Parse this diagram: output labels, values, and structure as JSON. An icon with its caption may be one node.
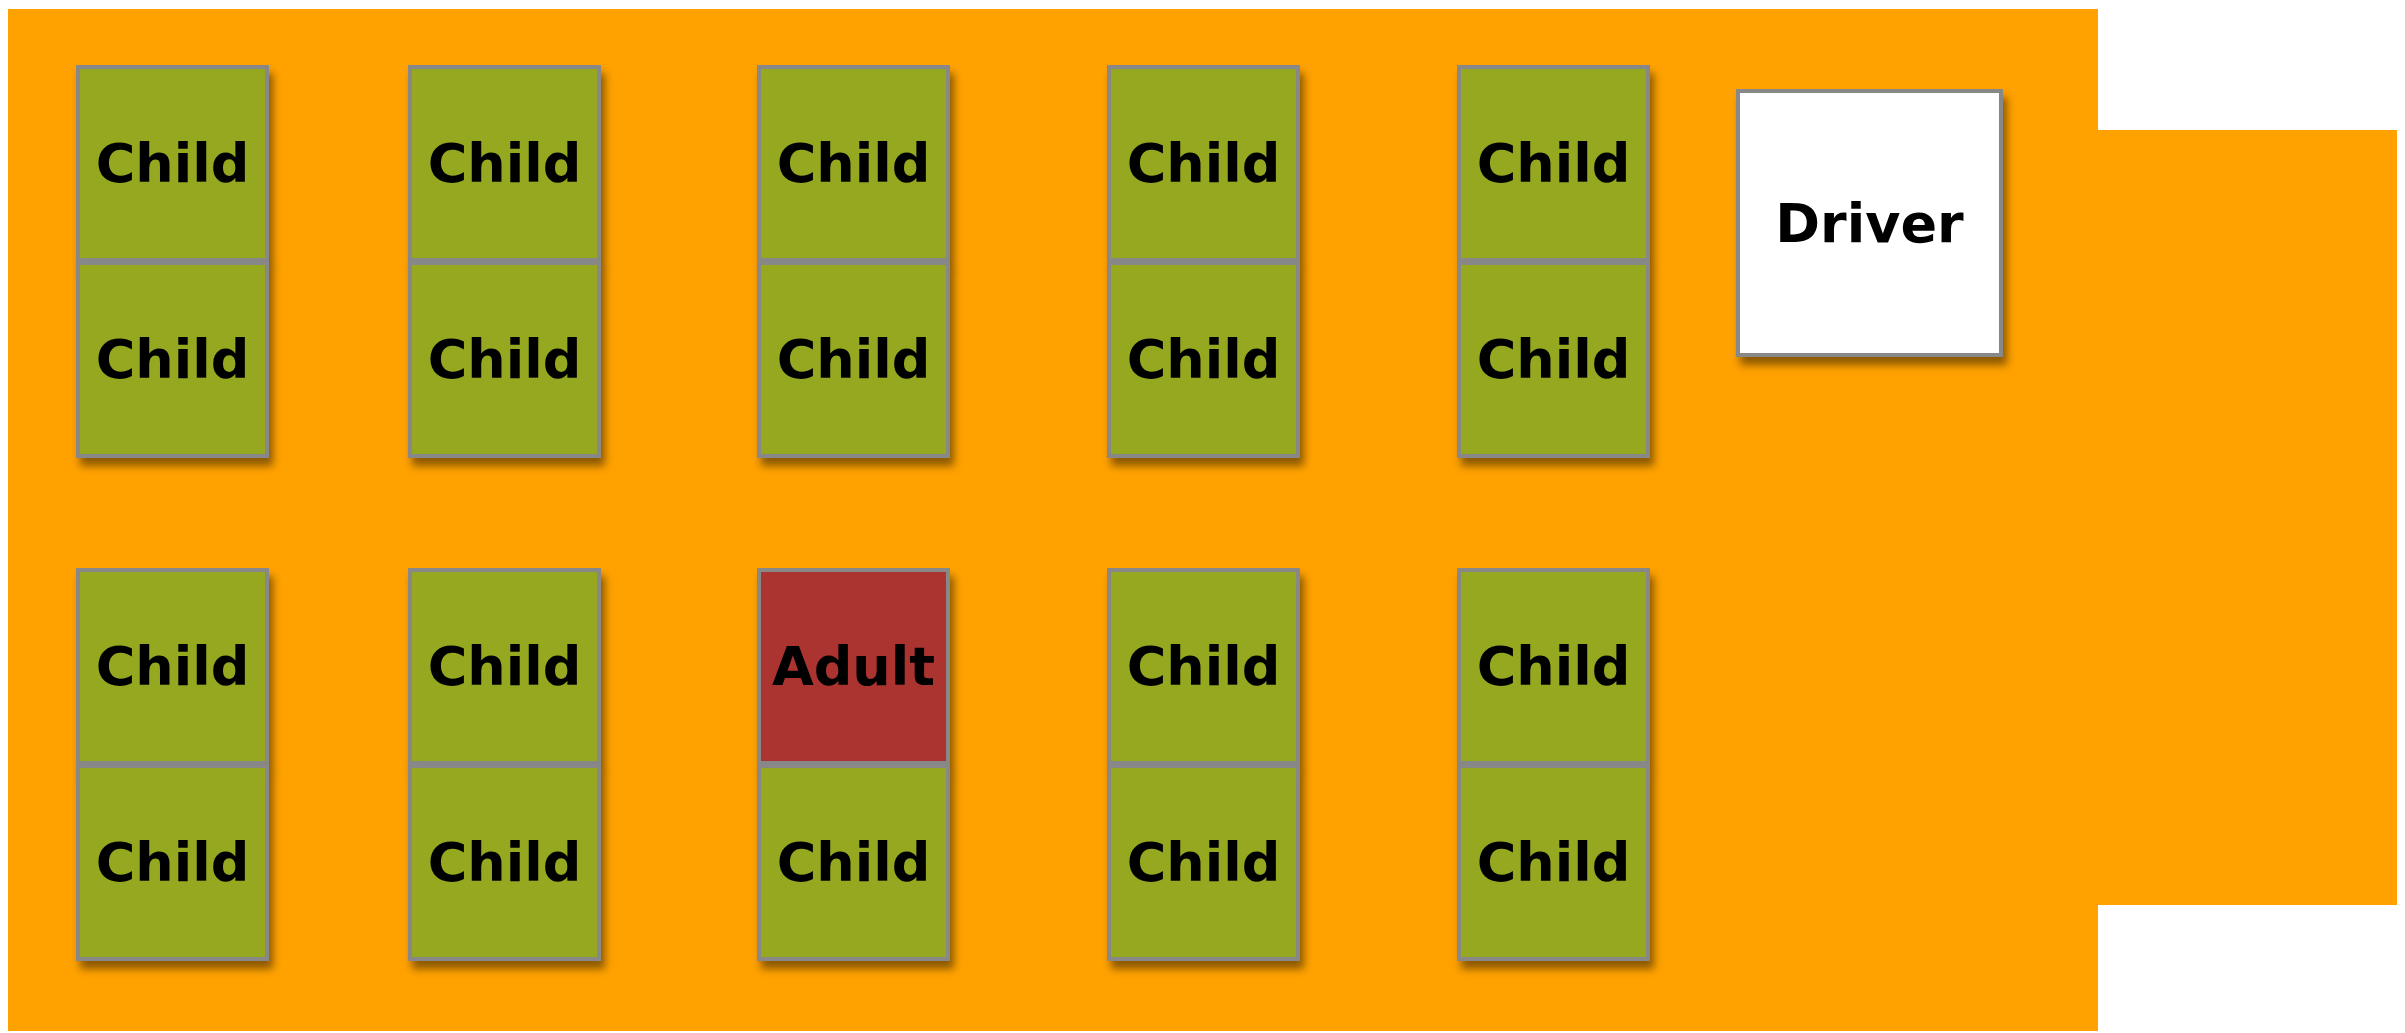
{
  "diagram": {
    "nodes": [
      {
        "text": [],
        "shape": "bus"
      },
      {
        "text": [
          "Child"
        ],
        "in": 0
      },
      {
        "text": [
          "Child"
        ],
        "in": 0
      },
      {
        "text": [
          "Child"
        ],
        "in": 0
      },
      {
        "text": [
          "Child"
        ],
        "in": 0
      },
      {
        "text": [
          "Child"
        ],
        "in": 0
      },
      {
        "text": [
          "Driver"
        ],
        "in": 0
      },
      {
        "text": [
          "Child"
        ],
        "in": 0
      },
      {
        "text": [
          "Child"
        ],
        "in": 0
      },
      {
        "text": [
          "Child"
        ],
        "in": 0
      },
      {
        "text": [
          "Child"
        ],
        "in": 0
      },
      {
        "text": [
          "Child"
        ],
        "in": 0
      },
      {
        "text": [
          "Child"
        ],
        "in": 0
      },
      {
        "text": [
          "Child"
        ],
        "in": 0
      },
      {
        "text": [
          "Adult"
        ],
        "in": 0
      },
      {
        "text": [
          "Child"
        ],
        "in": 0
      },
      {
        "text": [
          "Child"
        ],
        "in": 0
      },
      {
        "text": [
          "Child"
        ],
        "in": 0
      },
      {
        "text": [
          "Child"
        ],
        "in": 0
      },
      {
        "text": [
          "Child"
        ],
        "in": 0
      },
      {
        "text": [
          "Child"
        ],
        "in": 0
      },
      {
        "text": [
          "Child"
        ],
        "in": 0
      }
    ],
    "edges": []
  }
}
